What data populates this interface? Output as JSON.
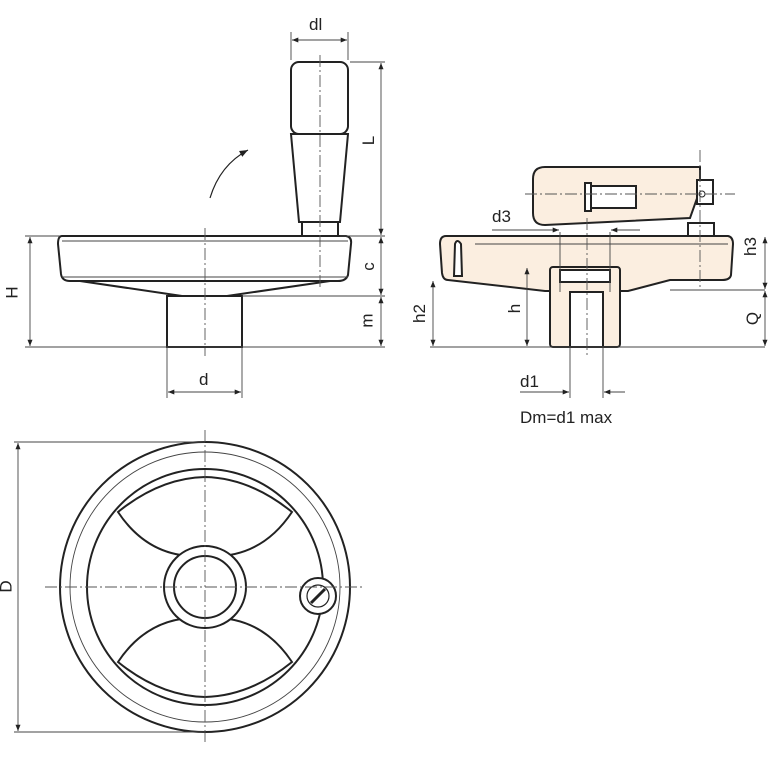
{
  "labels": {
    "dl": "dl",
    "L": "L",
    "H": "H",
    "c": "c",
    "m": "m",
    "d": "d",
    "d3": "d3",
    "h3": "h3",
    "h2": "h2",
    "h": "h",
    "Q": "Q",
    "d1": "d1",
    "note": "Dm=d1 max",
    "D": "D"
  }
}
